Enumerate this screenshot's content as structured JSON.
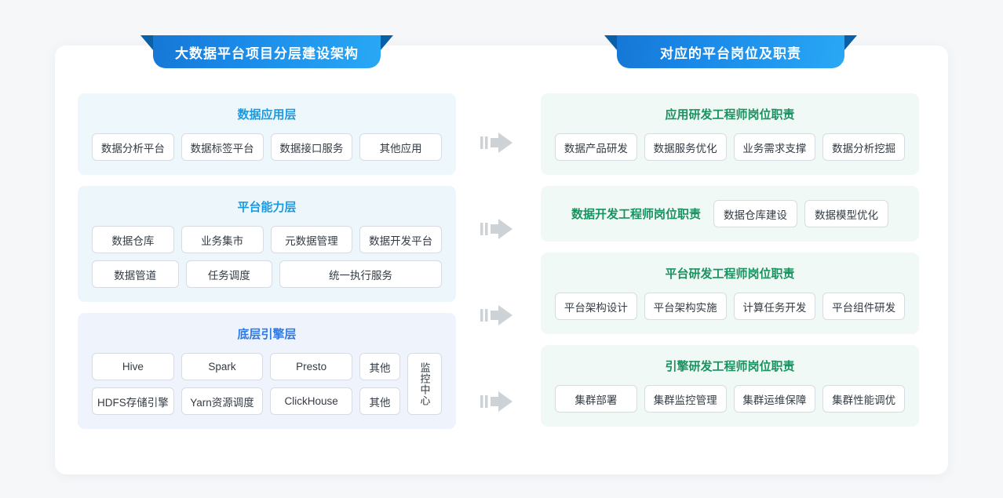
{
  "banners": {
    "left": "大数据平台项目分层建设架构",
    "right": "对应的平台岗位及职责"
  },
  "left_column": [
    {
      "title": "数据应用层",
      "rows": [
        [
          "数据分析平台",
          "数据标签平台",
          "数据接口服务",
          "其他应用"
        ]
      ]
    },
    {
      "title": "平台能力层",
      "rows": [
        [
          "数据仓库",
          "业务集市",
          "元数据管理",
          "数据开发平台"
        ],
        [
          "数据管道",
          "任务调度",
          "统一执行服务"
        ]
      ]
    },
    {
      "title": "底层引擎层",
      "rows": [
        [
          "Hive",
          "Spark",
          "Presto",
          "其他"
        ],
        [
          "HDFS存储引擎",
          "Yarn资源调度",
          "ClickHouse",
          "其他"
        ]
      ],
      "side_box": "监控中心"
    }
  ],
  "right_column": [
    {
      "title": "应用研发工程师岗位职责",
      "layout": "stacked",
      "rows": [
        [
          "数据产品研发",
          "数据服务优化",
          "业务需求支撑",
          "数据分析挖掘"
        ]
      ]
    },
    {
      "title": "数据开发工程师岗位职责",
      "layout": "inline",
      "rows": [
        [
          "数据仓库建设",
          "数据模型优化"
        ]
      ]
    },
    {
      "title": "平台研发工程师岗位职责",
      "layout": "stacked",
      "rows": [
        [
          "平台架构设计",
          "平台架构实施",
          "计算任务开发",
          "平台组件研发"
        ]
      ]
    },
    {
      "title": "引擎研发工程师岗位职责",
      "layout": "stacked",
      "rows": [
        [
          "集群部署",
          "集群监控管理",
          "集群运维保障",
          "集群性能调优"
        ]
      ]
    }
  ],
  "arrows": {
    "count": 4,
    "icon": "double-bar-right-arrow-icon",
    "color": "#ccd2d6"
  },
  "colors": {
    "page_background": "#f5f7f9",
    "card_background": "#ffffff",
    "ribbon_gradient_start": "#1677d6",
    "ribbon_gradient_end": "#29a8f5",
    "ribbon_tail": "#0b5fa4",
    "left_panel_1_bg": "#eef7fb",
    "left_panel_2_bg": "#edf6fb",
    "left_panel_3_bg": "#eff3fc",
    "right_panel_bg": "#f1f9f6",
    "blue_title": "#1b9ae0",
    "indigo_title": "#2f7ae5",
    "green_title": "#18935f",
    "chip_border": "#d7dce3",
    "chip_text": "#343b44"
  }
}
